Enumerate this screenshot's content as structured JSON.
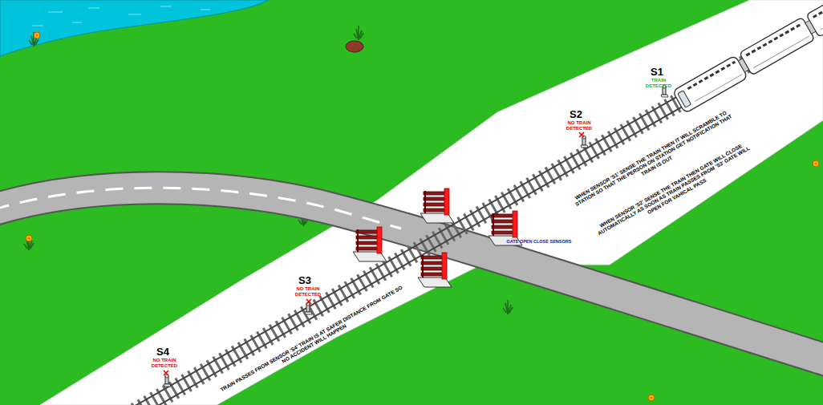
{
  "diagram": {
    "labels": [
      "S1",
      "TRAIN DETECTED",
      "S2",
      "NO TRAIN DETECTED",
      "WHEN SENSOR 'S1' SENSE THE TRAIN THEN IT WILL SCRAMBLE TO STATION SO THAT THE PERSON ON STATION GET NOTIFICATION THAT TRAIN IS OUT",
      "WHEN SENSOR 'S2' SENSE THE TRAIN THEN GATE WILL CLOSE AUTOMATICALLY AS SOON AS TRAIN PASSES FROM 'S3' GATE WILL OPEN FOR VAHICAL PASS",
      "GATE OPEN CLOSE SENSORS",
      "S3",
      "NO TRAIN DETECTED",
      "TRAIN PASSES FROM SENSOR 'S4' TRAIN IS AT SAFER DISTANCE FROM GATE SO NO ACCIDENT WILL HAPPEN",
      "S4",
      "NO TRAIN DETECTED"
    ]
  }
}
